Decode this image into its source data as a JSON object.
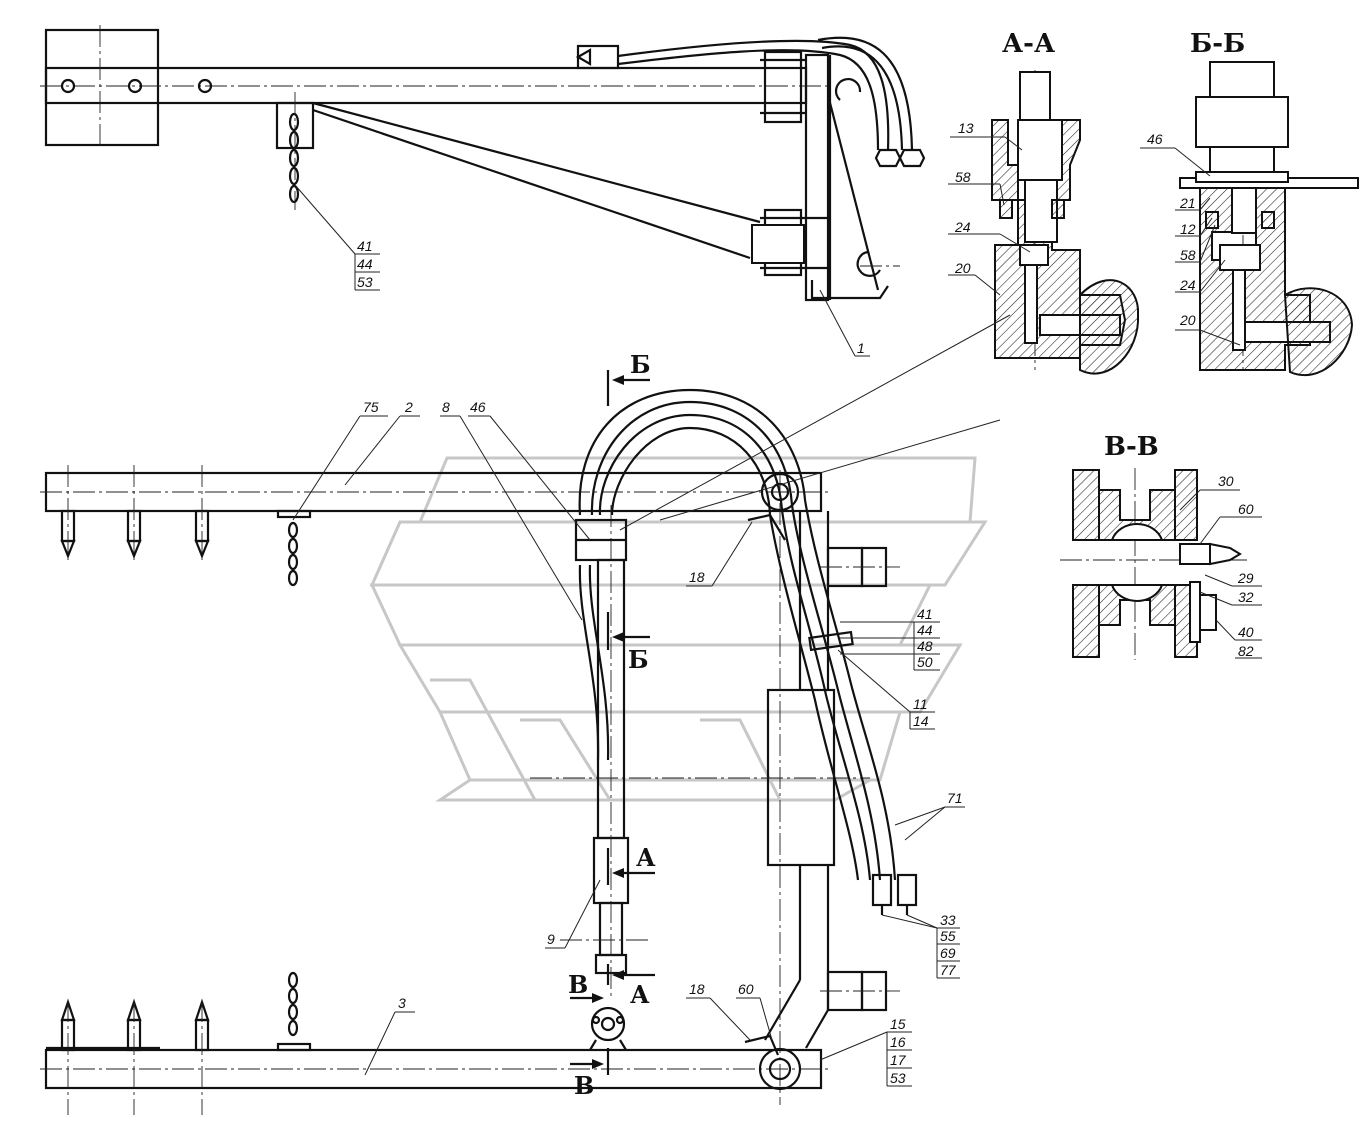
{
  "sections": {
    "aa_title": "А-А",
    "bb_title": "Б-Б",
    "vv_title": "В-В",
    "cut_b": "Б",
    "cut_a": "А",
    "cut_v": "В"
  },
  "callouts": {
    "top_stack": [
      "41",
      "44",
      "53"
    ],
    "part_1": "1",
    "part_2": "2",
    "part_3": "3",
    "part_8": "8",
    "part_9": "9",
    "part_75": "75",
    "part_46": "46",
    "part_18_top": "18",
    "part_18_bottom": "18",
    "part_60_bottom": "60",
    "mid_stack": [
      "41",
      "44",
      "48",
      "50"
    ],
    "stack_11_14": [
      "11",
      "14"
    ],
    "part_71": "71",
    "stack_33": [
      "33",
      "55",
      "69",
      "77"
    ],
    "stack_15": [
      "15",
      "16",
      "17",
      "53"
    ]
  },
  "aa_labels": [
    "13",
    "58",
    "24",
    "20"
  ],
  "bb_labels": [
    "46",
    "21",
    "12",
    "58",
    "24",
    "20"
  ],
  "vv_labels": [
    "30",
    "60",
    "29",
    "32",
    "40",
    "82"
  ]
}
